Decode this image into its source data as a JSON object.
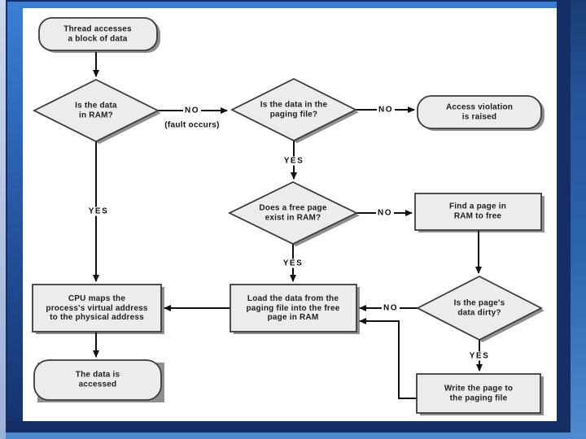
{
  "slide": {
    "type": "presentation-slide",
    "content": "virtual memory page fault handling flowchart"
  },
  "colors": {
    "slide_background_top": "#1a3c72",
    "slide_background_bottom": "#4d8bce",
    "left_edge_highlight": "#b4c3e2",
    "frame_navy": "#142f66",
    "frame_inner_blue_top": "#3a7fd4",
    "frame_inner_blue_bottom": "#15336f",
    "canvas_white": "#ffffff",
    "node_fill": "#ececec",
    "node_border": "#3c3c3c",
    "node_shadow": "#8f8f8f",
    "arrow": "#111111",
    "text": "#1e1e1e"
  },
  "flowchart": {
    "nodes": [
      {
        "id": "start",
        "type": "terminator",
        "label": "Thread accesses\na block of data"
      },
      {
        "id": "is_in_ram",
        "type": "decision",
        "label": "Is the data\nin RAM?"
      },
      {
        "id": "is_in_paging_file",
        "type": "decision",
        "label": "Is the data in the\npaging file?"
      },
      {
        "id": "access_violation",
        "type": "terminator",
        "label": "Access violation\nis raised"
      },
      {
        "id": "free_page_exists",
        "type": "decision",
        "label": "Does a free page\nexist in RAM?"
      },
      {
        "id": "find_page",
        "type": "process",
        "label": "Find a page in\nRAM to free"
      },
      {
        "id": "load_data",
        "type": "process",
        "label": "Load the data from the\npaging file into the free\npage in RAM"
      },
      {
        "id": "is_page_dirty",
        "type": "decision",
        "label": "Is the page's\ndata dirty?"
      },
      {
        "id": "write_page",
        "type": "process",
        "label": "Write the page to\nthe paging file"
      },
      {
        "id": "cpu_maps",
        "type": "process",
        "label": "CPU maps the\nprocess's virtual address\nto the physical address"
      },
      {
        "id": "data_accessed",
        "type": "terminator",
        "label": "The data is\naccessed"
      }
    ],
    "edges": [
      {
        "from": "start",
        "to": "is_in_ram"
      },
      {
        "from": "is_in_ram",
        "to": "is_in_paging_file",
        "label": "NO",
        "note": "(fault occurs)"
      },
      {
        "from": "is_in_paging_file",
        "to": "access_violation",
        "label": "NO"
      },
      {
        "from": "is_in_paging_file",
        "to": "free_page_exists",
        "label": "YES"
      },
      {
        "from": "free_page_exists",
        "to": "find_page",
        "label": "NO"
      },
      {
        "from": "free_page_exists",
        "to": "load_data",
        "label": "YES"
      },
      {
        "from": "find_page",
        "to": "is_page_dirty"
      },
      {
        "from": "is_page_dirty",
        "to": "load_data",
        "label": "NO"
      },
      {
        "from": "is_page_dirty",
        "to": "write_page",
        "label": "YES"
      },
      {
        "from": "write_page",
        "to": "load_data"
      },
      {
        "from": "load_data",
        "to": "cpu_maps"
      },
      {
        "from": "is_in_ram",
        "to": "cpu_maps",
        "label": "YES"
      },
      {
        "from": "cpu_maps",
        "to": "data_accessed"
      }
    ]
  }
}
